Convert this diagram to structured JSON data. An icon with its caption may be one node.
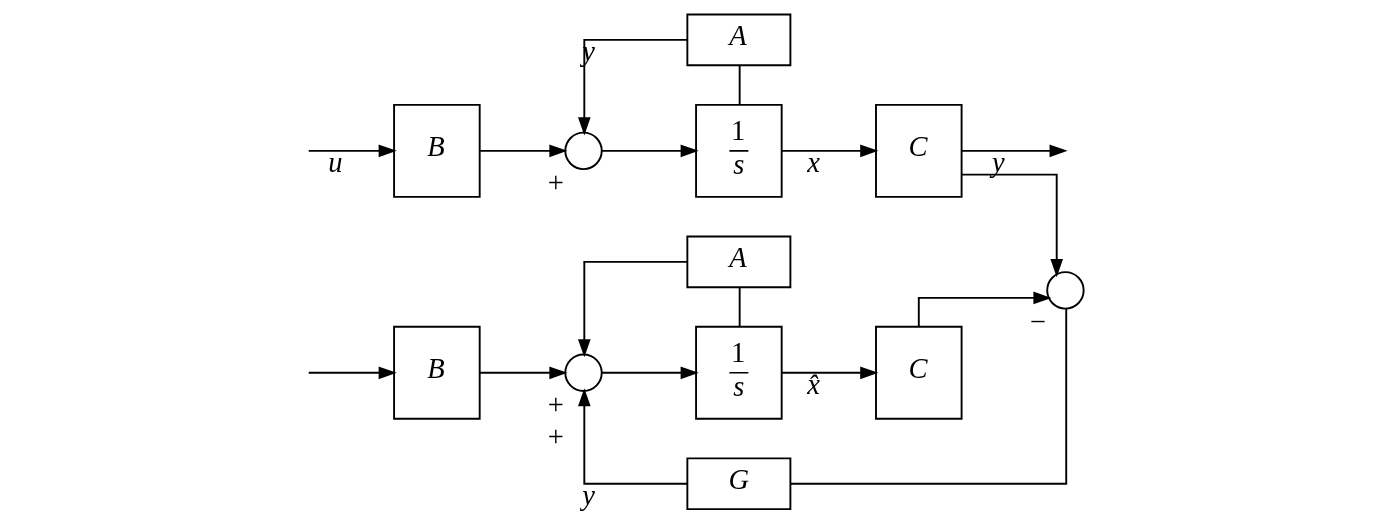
{
  "diagram": {
    "nodes": [
      {
        "text": [
          "B"
        ]
      },
      {
        "text": [],
        "shape": "circle",
        "beside": [
          "+"
        ]
      },
      {
        "text": [
          "1",
          "s"
        ]
      },
      {
        "text": [
          "C"
        ]
      },
      {
        "text": [
          "A"
        ]
      },
      {
        "text": [
          "G"
        ]
      },
      {
        "text": [],
        "shape": "circle",
        "beside": [
          "−"
        ]
      },
      {
        "text": [
          "B"
        ]
      },
      {
        "text": [],
        "shape": "circle",
        "beside": [
          "+",
          "+"
        ]
      },
      {
        "text": [
          "1",
          "s"
        ]
      },
      {
        "text": [
          "C"
        ]
      },
      {
        "text": [
          "A"
        ]
      }
    ],
    "edges": [
      {
        "from": null,
        "to": 0,
        "arrow": "to",
        "label": "u"
      },
      {
        "from": 0,
        "to": 1,
        "arrow": "to"
      },
      {
        "from": 1,
        "to": 2,
        "arrow": "to"
      },
      {
        "from": 2,
        "to": 3,
        "arrow": "to",
        "label": "x"
      },
      {
        "from": 3,
        "to": null,
        "arrow": "to",
        "label": "y"
      },
      {
        "from": 2,
        "to": 4,
        "arrow": "none"
      },
      {
        "from": 4,
        "to": 1,
        "arrow": "to",
        "label": "y"
      },
      {
        "from": 3,
        "to": 6,
        "arrow": "to"
      },
      {
        "from": 6,
        "to": 5,
        "arrow": "none"
      },
      {
        "from": 5,
        "to": 8,
        "arrow": "to",
        "label": "y"
      },
      {
        "from": null,
        "to": 7,
        "arrow": "to"
      },
      {
        "from": 7,
        "to": 8,
        "arrow": "to"
      },
      {
        "from": 8,
        "to": 9,
        "arrow": "to"
      },
      {
        "from": 9,
        "to": 10,
        "arrow": "to",
        "label": "x̂"
      },
      {
        "from": 9,
        "to": 11,
        "arrow": "none"
      },
      {
        "from": 11,
        "to": 8,
        "arrow": "to"
      },
      {
        "from": 10,
        "to": 6,
        "arrow": "to"
      }
    ]
  }
}
